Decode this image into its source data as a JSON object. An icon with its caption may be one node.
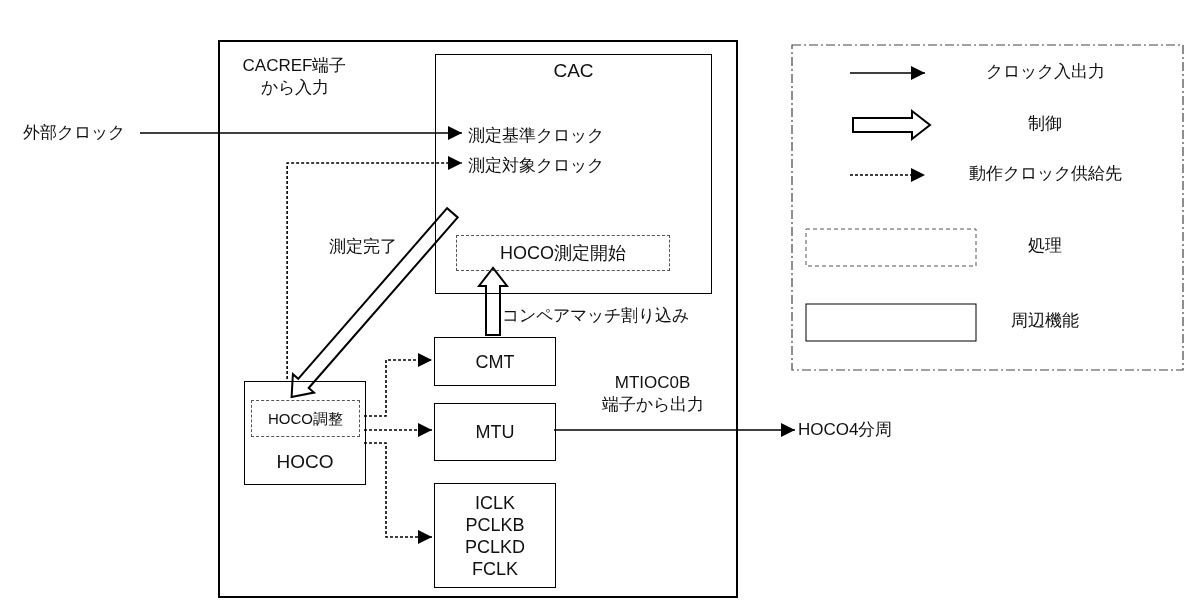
{
  "diagram": {
    "nodes": [
      {
        "text": [],
        "shape": "box"
      },
      {
        "text": [
          "CAC"
        ],
        "in": 0
      },
      {
        "text": [
          "測定基準クロック"
        ],
        "in": 1
      },
      {
        "text": [
          "測定対象クロック"
        ],
        "in": 1
      },
      {
        "text": [
          "HOCO測定開始"
        ],
        "in": 1
      },
      {
        "text": [
          "HOCO"
        ],
        "in": 0
      },
      {
        "text": [
          "HOCO調整"
        ],
        "in": 5
      },
      {
        "text": [
          "CMT"
        ],
        "in": 0
      },
      {
        "text": [
          "MTU"
        ],
        "in": 0
      },
      {
        "text": [
          "ICLK PCLKB PCLKD FCLK"
        ],
        "in": 0
      },
      {
        "text": [
          "外部クロック"
        ]
      },
      {
        "text": [
          "HOCO4分周"
        ]
      }
    ],
    "edges": [
      {
        "from": 10,
        "to": 2,
        "arrow": "to",
        "label": "CACREF端子から入力"
      },
      {
        "from": 5,
        "to": 3,
        "arrow": "to",
        "style": "dashed"
      },
      {
        "from": 1,
        "to": 6,
        "arrow": "to",
        "style": "thick",
        "label": "測定完了"
      },
      {
        "from": 7,
        "to": 4,
        "arrow": "to",
        "style": "thick",
        "label": "コンペアマッチ割り込み"
      },
      {
        "from": 5,
        "to": 7,
        "arrow": "to",
        "style": "dashed"
      },
      {
        "from": 5,
        "to": 8,
        "arrow": "to",
        "style": "dashed"
      },
      {
        "from": 5,
        "to": 9,
        "arrow": "to",
        "style": "dashed"
      },
      {
        "from": 8,
        "to": 11,
        "arrow": "to",
        "label": "MTIOC0B端子から出力"
      }
    ],
    "legend": [
      {
        "text": "クロック入出力"
      },
      {
        "text": "制御"
      },
      {
        "text": "動作クロック供給先"
      },
      {
        "text": "処理"
      },
      {
        "text": "周辺機能"
      }
    ]
  }
}
